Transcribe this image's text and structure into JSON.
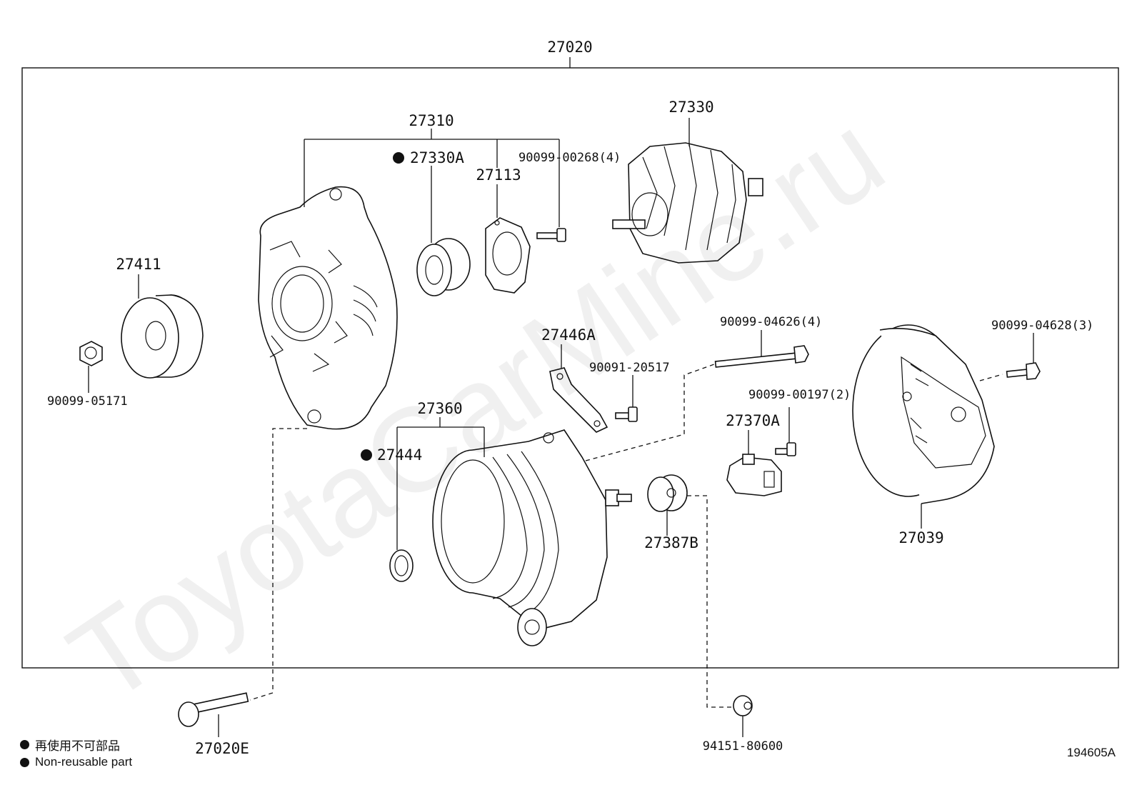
{
  "diagram": {
    "assembly_number": "27020",
    "parts": {
      "p27310": "27310",
      "p27330A": "27330A",
      "p27113": "27113",
      "p90099_00268": "90099-00268(4)",
      "p27330": "27330",
      "p27411": "27411",
      "p90099_05171": "90099-05171",
      "p27446A": "27446A",
      "p90091_20517": "90091-20517",
      "p90099_04626": "90099-04626(4)",
      "p90099_04628": "90099-04628(3)",
      "p27360": "27360",
      "p27444": "27444",
      "p90099_00197": "90099-00197(2)",
      "p27370A": "27370A",
      "p27387B": "27387B",
      "p27039": "27039",
      "p27020E": "27020E",
      "p94151_80600": "94151-80600"
    },
    "non_reusable_parts": [
      "27330A",
      "27444"
    ]
  },
  "legend": {
    "jp": "再使用不可部品",
    "en": "Non-reusable part",
    "marker_icon": "filled-circle",
    "marker_color": "#111111"
  },
  "document_id": "194605A",
  "watermark": "ToyotaCarMine.ru"
}
